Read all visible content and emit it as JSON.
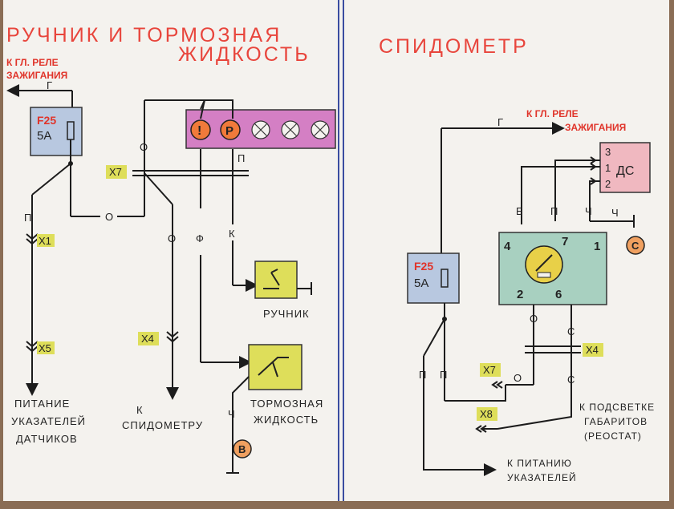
{
  "left": {
    "title_line1": "РУЧНИК И ТОРМОЗНАЯ",
    "title_line2": "ЖИДКОСТЬ",
    "ignition_line1": "К ГЛ. РЕЛЕ",
    "ignition_line2": "ЗАЖИГАНИЯ",
    "wire_g": "Г",
    "fuse_label": "F25",
    "fuse_rating": "5А",
    "lamp_exclaim": "!",
    "lamp_p": "P",
    "wire_o1": "О",
    "wire_o2": "О",
    "wire_o3": "О",
    "wire_p1": "П",
    "wire_p2": "П",
    "wire_f": "Ф",
    "wire_k": "К",
    "wire_ch": "Ч",
    "conn_x1": "X1",
    "conn_x4": "X4",
    "conn_x5": "X5",
    "conn_x7": "X7",
    "handbrake_label": "РУЧНИК",
    "brake_fluid_line1": "ТОРМОЗНАЯ",
    "brake_fluid_line2": "ЖИДКОСТЬ",
    "power_line1": "ПИТАНИЕ",
    "power_line2": "УКАЗАТЕЛЕЙ",
    "power_line3": "ДАТЧИКОВ",
    "speedo_line1": "К",
    "speedo_line2": "СПИДОМЕТРУ",
    "mark_b": "В"
  },
  "right": {
    "title": "СПИДОМЕТР",
    "ignition_line1": "К ГЛ. РЕЛЕ",
    "ignition_line2": "ЗАЖИГАНИЯ",
    "wire_g": "Г",
    "ds_label": "ДС",
    "ds_pin3": "3",
    "ds_pin1": "1",
    "ds_pin2": "2",
    "wire_b": "Б",
    "wire_p1": "П",
    "wire_p2": "П",
    "wire_ch1": "Ч",
    "wire_ch2": "Ч",
    "wire_o": "О",
    "wire_o2": "О",
    "wire_s1": "С",
    "wire_s2": "С",
    "pin4": "4",
    "pin7": "7",
    "pin1": "1",
    "pin2": "2",
    "pin6": "6",
    "mark_c": "С",
    "fuse_label": "F25",
    "fuse_rating": "5А",
    "conn_x4": "X4",
    "conn_x7": "X7",
    "conn_x8": "X8",
    "backlight_line1": "К ПОДСВЕТКЕ",
    "backlight_line2": "ГАБАРИТОВ",
    "backlight_line3": "(РЕОСТАТ)",
    "gauges_line1": "К ПИТАНИЮ",
    "gauges_line2": "УКАЗАТЕЛЕЙ"
  },
  "colors": {
    "title_red": "#e8453c",
    "fuse_box": "#b8c8e0",
    "lamp_panel": "#d47fc4",
    "yellow_box": "#dede5a",
    "ds_box": "#f0b8c0",
    "speedo_box": "#a8d0c0",
    "dial": "#e8d048",
    "mark_orange": "#f0a060"
  }
}
